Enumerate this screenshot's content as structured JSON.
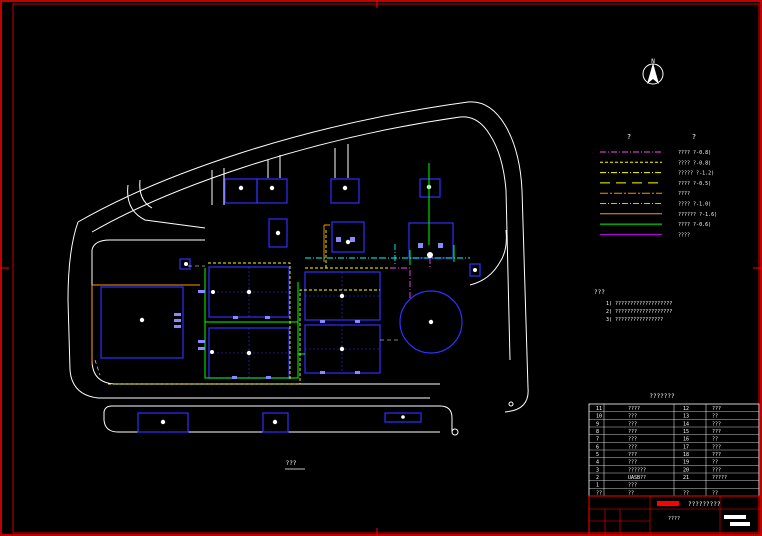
{
  "north_label": "N",
  "legend": {
    "header_left": "?",
    "header_right": "?",
    "items": [
      {
        "label": "???? ?-0.8)",
        "color": "#ff40ff",
        "dash": "6 2 1 2"
      },
      {
        "label": "???? ?-0.8)",
        "color": "#ffff00",
        "dash": "3 2"
      },
      {
        "label": "????? ?-1.2)",
        "color": "#ffff00",
        "dash": "6 2 1 2"
      },
      {
        "label": "???? ?-0.5)",
        "color": "#ffff00",
        "dash": "10 6"
      },
      {
        "label": "????",
        "color": "#ff8800",
        "dash": "8 2 2 2"
      },
      {
        "label": "???? ?-1.0)",
        "color": "#00ffff",
        "dash": "6 2 1 2"
      },
      {
        "label": "?????? ?-1.6)",
        "color": "#ff9900",
        "dash": ""
      },
      {
        "label": "???? ?-0.6)",
        "color": "#00ff00",
        "dash": ""
      },
      {
        "label": "????",
        "color": "#cc00ff",
        "dash": ""
      }
    ]
  },
  "notes": {
    "title": "???",
    "lines": [
      "1) ???????????????????",
      "2) ???????????????????",
      "3) ????????????????"
    ]
  },
  "schedule": {
    "title": "???????",
    "rows": [
      {
        "n1": "11",
        "t1": "????",
        "n2": "12",
        "t2": "???"
      },
      {
        "n1": "10",
        "t1": "???",
        "n2": "13",
        "t2": "??"
      },
      {
        "n1": "9",
        "t1": "???",
        "n2": "14",
        "t2": "???"
      },
      {
        "n1": "8",
        "t1": "???",
        "n2": "15",
        "t2": "???"
      },
      {
        "n1": "7",
        "t1": "???",
        "n2": "16",
        "t2": "??"
      },
      {
        "n1": "6",
        "t1": "???",
        "n2": "17",
        "t2": "???"
      },
      {
        "n1": "5",
        "t1": "???",
        "n2": "18",
        "t2": "???"
      },
      {
        "n1": "4",
        "t1": "???",
        "n2": "19",
        "t2": "??"
      },
      {
        "n1": "3",
        "t1": "??????",
        "n2": "20",
        "t2": "???"
      },
      {
        "n1": "2",
        "t1": "UASB??",
        "n2": "21",
        "t2": "?????"
      },
      {
        "n1": "1",
        "t1": "???",
        "n2": "",
        "t2": ""
      },
      {
        "n1": "??",
        "t1": "??",
        "n2": "??",
        "t2": "??"
      }
    ]
  },
  "title_block": {
    "main": "?????????",
    "sub": "????"
  },
  "scale_label": "???",
  "colors": {
    "frame": "#ff0000",
    "road": "#ffffff",
    "structure": "#0000ff",
    "pipe_green": "#00ff00",
    "pipe_yellow": "#ffff00",
    "pipe_orange": "#ff9900",
    "pipe_cyan": "#00ffff",
    "pipe_magenta": "#ff40ff"
  }
}
